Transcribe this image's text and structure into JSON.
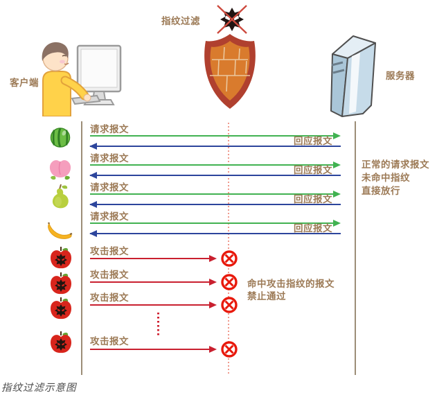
{
  "header": {
    "filter_label": "指纹过滤",
    "client_label": "客户端",
    "server_label": "服务器"
  },
  "flows": {
    "normal": [
      {
        "request": "请求报文",
        "response": "回应报文"
      },
      {
        "request": "请求报文",
        "response": "回应报文"
      },
      {
        "request": "请求报文",
        "response": "回应报文"
      },
      {
        "request": "请求报文",
        "response": "回应报文"
      }
    ],
    "attack": [
      {
        "label": "攻击报文"
      },
      {
        "label": "攻击报文"
      },
      {
        "label": "攻击报文"
      },
      {
        "label": "攻击报文"
      }
    ]
  },
  "annotations": {
    "allow_line1": "正常的请求报文",
    "allow_line2": "未命中指纹",
    "allow_line3": "直接放行",
    "block_line1": "命中攻击指纹的报文",
    "block_line2": "禁止通过"
  },
  "caption": "指纹过滤示意图",
  "icons": {
    "left_column": [
      "watermelon-icon",
      "peach-icon",
      "pear-icon",
      "banana-icon",
      "attack-apple-icon",
      "attack-apple-icon",
      "attack-apple-icon",
      "attack-apple-icon"
    ],
    "center": [
      "bug-icon",
      "shield-icon",
      "block-icon"
    ],
    "actors": [
      "client-icon",
      "server-icon"
    ]
  },
  "colors": {
    "label_brown": "#9c7a56",
    "arrow_green": "#41b251",
    "arrow_blue": "#2c459c",
    "arrow_red": "#c9202f",
    "block_red": "#e8190c",
    "lifeline": "#9c8d77",
    "filter_dotted": "#f0998c",
    "shield_border": "#b0402f",
    "shield_fill": "#d97b2d"
  }
}
